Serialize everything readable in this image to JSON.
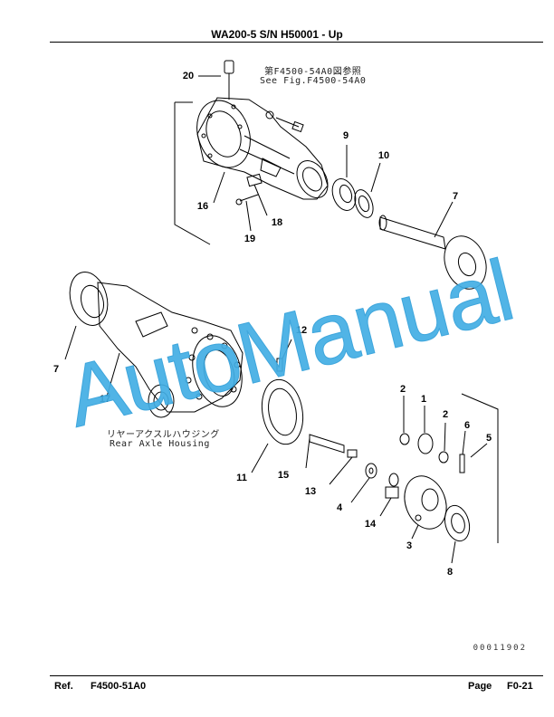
{
  "header": {
    "title": "WA200-5 S/N H50001 - Up"
  },
  "figure": {
    "see_fig_jp": "第F4500-54A0図参照",
    "see_fig_en": "See Fig.F4500-54A0",
    "housing_jp": "リヤーアクスルハウジング",
    "housing_en": "Rear Axle Housing",
    "callouts": [
      "20",
      "9",
      "10",
      "7",
      "16",
      "18",
      "19",
      "12",
      "7",
      "17",
      "2",
      "1",
      "2",
      "6",
      "5",
      "11",
      "15",
      "13",
      "4",
      "14",
      "3",
      "8"
    ],
    "drawing_code": "00011902"
  },
  "watermark": {
    "text": "AutoManual",
    "color": "#43aee4"
  },
  "footer": {
    "ref_label": "Ref.",
    "ref_value": "F4500-51A0",
    "page_label": "Page",
    "page_value": "F0-21"
  }
}
